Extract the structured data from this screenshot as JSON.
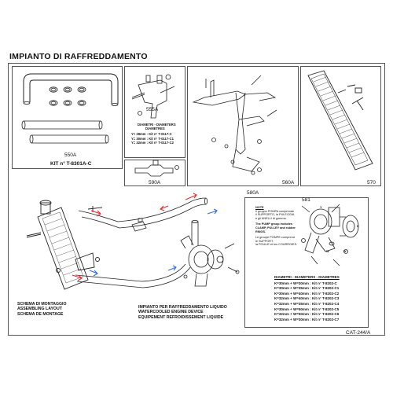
{
  "title": "IMPIANTO DI RAFFREDDAMENTO",
  "panels": {
    "p550": {
      "code": "550A",
      "kit": "KIT n° T-8301A-C"
    },
    "p555": {
      "code": "555A",
      "heading": [
        "DIAMETRI - DIAMETERS",
        "DIAMETRES"
      ],
      "lines": [
        "Y= 28mm : Kit n° T-0117-C",
        "Y= 30mm : Kit n° T-0117-C1",
        "Y= 32mm : Kit n° T-0117-C2"
      ]
    },
    "p590": {
      "code": "590A"
    },
    "p560": {
      "code": "560A"
    },
    "p570": {
      "code": "570"
    },
    "p580": {
      "code": "580A",
      "part581": "581",
      "vars": [
        "Y",
        "K",
        "W",
        "W"
      ],
      "note_heading": "NOTE",
      "note_it": [
        "Il gruppo POMPA comprende",
        "il SUPPORTO, la PULEGGIA",
        "e gli ANELLI di gomma."
      ],
      "note_en": [
        "The PUMP group includes",
        "CLAMP, PULLEY and rubber",
        "RINGS."
      ],
      "note_fr": [
        "Le groupe POMPE comprend",
        "le SUPPORT,",
        "la POULIE et les COURROIES."
      ],
      "diam_heading": "DIAMETRI - DIAMETERS - DIAMETRES",
      "diam_lines": [
        "K=30mm + W=30mm : Kit n° T-8202-C",
        "K=30mm + W=35mm : Kit n° T-8202-C1",
        "K=30mm + W=40mm : Kit n° T-8202-C2",
        "K=32mm + W=40mm : Kit n° T-8202-C3",
        "K=32mm + W=35mm : Kit n° T-8202-C4",
        "K=30mm + W=50mm : Kit n° T-8202-C5",
        "K=32mm + W=50mm : Kit n° T-8202-C6",
        "K=32mm + W=30mm : Kit n° T-8202-C7"
      ]
    }
  },
  "assembly": {
    "schema": [
      "SCHEMA DI MONTAGGIO",
      "ASSEMBLING LAYOUT",
      "SCHEMA DE MONTAGE"
    ],
    "impianto": [
      "IMPIANTO PER RAFFREDDAMENTO LIQUIDO",
      "WATERCOOLED ENGINE DEVICE",
      "EQUIPEMENT REFROIDISSEMENT LIQUIDE"
    ]
  },
  "catalog": "CAT-244/A",
  "colors": {
    "arrow_red": "#e03030",
    "arrow_blue": "#2f6fd6",
    "frame": "#555555"
  }
}
